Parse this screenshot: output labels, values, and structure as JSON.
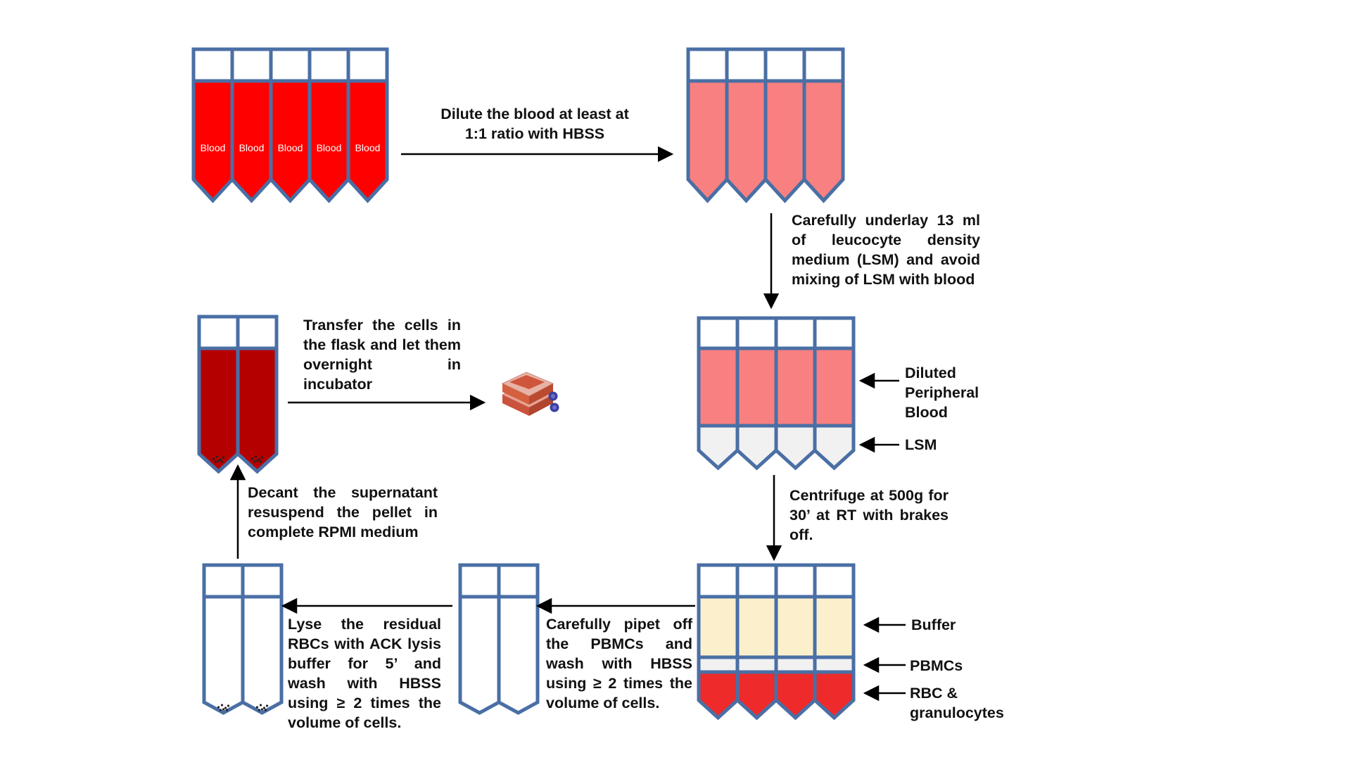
{
  "colors": {
    "outline": "#4a6fa5",
    "blood": "#ff0000",
    "diluted": "#f88080",
    "lsm": "#f1f1f1",
    "buffer": "#fcf0cc",
    "pbmc": "#f1f1f1",
    "rbc": "#ee2a2a",
    "dark_blood": "#b50000",
    "empty": "#ffffff"
  },
  "tubes": {
    "blood_label": "Blood"
  },
  "steps": {
    "dilute": "Dilute the blood at least at 1:1 ratio with HBSS",
    "underlay": "Carefully underlay 13 ml of leucocyte density medium (LSM) and avoid mixing of LSM with blood",
    "centrifuge": "Centrifuge at 500g for 30’ at RT with brakes off.",
    "pipet": "Carefully pipet off the PBMCs and wash with HBSS using ≥ 2 times the volume of cells.",
    "lyse": "Lyse the residual RBCs with ACK lysis buffer for 5’ and wash with HBSS using ≥ 2 times the volume of cells.",
    "decant": "Decant the supernatant resuspend the pellet in complete RPMI medium",
    "transfer": "Transfer the cells in the flask and let them overnight in incubator"
  },
  "layer_labels": {
    "diluted": "Diluted Peripheral Blood",
    "lsm": "LSM",
    "buffer": "Buffer",
    "pbmcs": "PBMCs",
    "rbc": "RBC & granulocytes"
  },
  "icons": {
    "flask": "culture-flask-icon"
  }
}
